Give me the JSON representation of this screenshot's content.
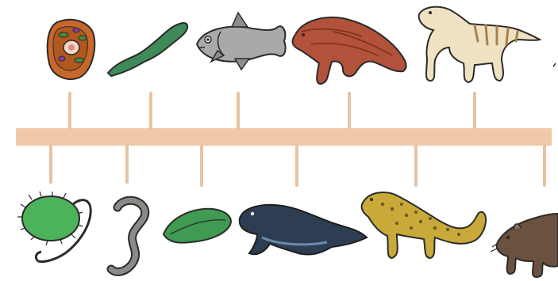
{
  "colors": {
    "background": "#ffffff",
    "timeline_bar": "#efc9a8",
    "tick": "#e7c3a2",
    "outline": "#2b2b2b"
  },
  "timeline": {
    "top_organisms": [
      {
        "name": "eukaryotic-cell",
        "icon": "cell-icon"
      },
      {
        "name": "flatworm",
        "icon": "flatworm-icon"
      },
      {
        "name": "coelacanth",
        "icon": "fish-icon"
      },
      {
        "name": "early-amphibian",
        "icon": "amphibian-icon"
      },
      {
        "name": "therapsid",
        "icon": "therapsid-icon"
      }
    ],
    "bottom_organisms": [
      {
        "name": "flagellate-protist",
        "icon": "protist-icon"
      },
      {
        "name": "worm",
        "icon": "worm-icon"
      },
      {
        "name": "green-flatworm",
        "icon": "leaf-worm-icon"
      },
      {
        "name": "lungfish",
        "icon": "lungfish-icon"
      },
      {
        "name": "spotted-reptile",
        "icon": "reptile-icon"
      },
      {
        "name": "early-mammal",
        "icon": "mammal-icon"
      }
    ]
  }
}
